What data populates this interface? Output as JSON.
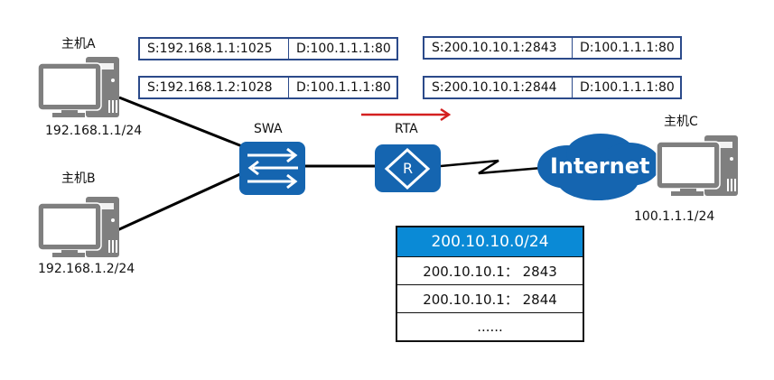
{
  "hosts": {
    "a": {
      "name": "主机A",
      "ip": "192.168.1.1/24"
    },
    "b": {
      "name": "主机B",
      "ip": "192.168.1.2/24"
    },
    "c": {
      "name": "主机C",
      "ip": "100.1.1.1/24"
    }
  },
  "devices": {
    "switch": "SWA",
    "router": "RTA",
    "router_glyph": "R",
    "cloud": "Internet"
  },
  "packets_inside": [
    {
      "src": "S:192.168.1.1:1025",
      "dst": "D:100.1.1.1:80"
    },
    {
      "src": "S:192.168.1.2:1028",
      "dst": "D:100.1.1.1:80"
    }
  ],
  "packets_outside": [
    {
      "src": "S:200.10.10.1:2843",
      "dst": "D:100.1.1.1:80"
    },
    {
      "src": "S:200.10.10.1:2844",
      "dst": "D:100.1.1.1:80"
    }
  ],
  "nat_table": {
    "header": "200.10.10.0/24",
    "rows": [
      "200.10.10.1： 2843",
      "200.10.10.1： 2844",
      "......"
    ]
  },
  "colors": {
    "device_blue": "#1565b0",
    "table_header": "#0a8ad6",
    "arrow": "#d42020",
    "pc_gray": "#7f7f7f",
    "box_border": "#2b4a8a"
  }
}
